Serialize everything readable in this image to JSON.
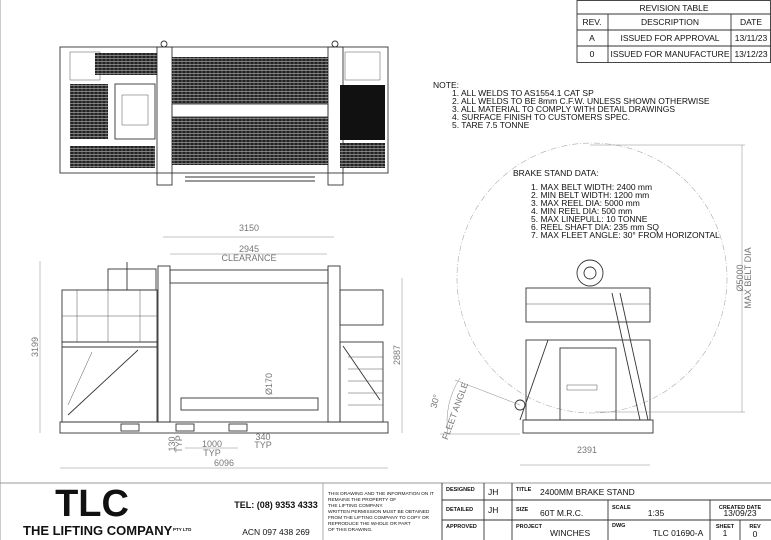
{
  "revision_table": {
    "title": "REVISION TABLE",
    "headers": [
      "REV.",
      "DESCRIPTION",
      "DATE"
    ],
    "rows": [
      {
        "rev": "A",
        "description": "ISSUED FOR APPROVAL",
        "date": "13/11/23"
      },
      {
        "rev": "0",
        "description": "ISSUED FOR MANUFACTURE",
        "date": "13/12/23"
      }
    ]
  },
  "notes": {
    "heading": "NOTE:",
    "items": [
      "1. ALL WELDS TO AS1554.1 CAT SP",
      "2. ALL WELDS TO BE 8mm C.F.W. UNLESS SHOWN OTHERWISE",
      "3. ALL MATERIAL TO COMPLY WITH DETAIL DRAWINGS",
      "4. SURFACE FINISH TO CUSTOMERS SPEC.",
      "5. TARE 7.5 TONNE"
    ]
  },
  "brake_stand_data": {
    "heading": "BRAKE STAND DATA:",
    "items": [
      "1. MAX BELT WIDTH: 2400 mm",
      "2. MIN BELT WIDTH: 1200 mm",
      "3. MAX REEL DIA: 5000 mm",
      "4. MIN REEL DIA: 500 mm",
      "5. MAX LINEPULL: 10 TONNE",
      "6. REEL SHAFT DIA: 235 mm SQ",
      "7. MAX FLEET ANGLE: 30° FROM HORIZONTAL"
    ]
  },
  "dimensions": {
    "overall_width": "3150",
    "clearance_value": "2945",
    "clearance_label": "CLEARANCE",
    "overall_height": "3199",
    "shaft_height": "2887",
    "shaft_dia": "Ø170",
    "base_height": "130",
    "base_height_typ": "TYP",
    "pocket_spacing": "1000",
    "pocket_spacing_typ": "TYP",
    "pocket_width": "340",
    "pocket_width_typ": "TYP",
    "overall_length": "6096",
    "side_width": "2391",
    "belt_dia_value": "Ø5000",
    "belt_dia_label": "MAX BELT DIA",
    "fleet_angle_value": "30°",
    "fleet_angle_label": "FLEET ANGLE"
  },
  "title_block": {
    "logo": "TLC",
    "company": "THE LIFTING COMPANY",
    "company_suffix": "PTY LTD",
    "tel": "TEL: (08) 9353 4333",
    "acn": "ACN 097 438 269",
    "disclaimer": [
      "THIS DRAWING AND THE INFORMATION ON IT",
      "REMAINS THE PROPERTY OF",
      "THE LIFTING COMPANY.",
      "WRITTEN PERMISSION MUST BE OBTAINED",
      "FROM THE LIFTING COMPANY TO COPY OR",
      "REPRODUCE THE WHOLE OR PART",
      "OF THIS DRAWING."
    ],
    "designed_label": "DESIGNED",
    "designed": "JH",
    "detailed_label": "DETAILED",
    "detailed": "JH",
    "approved_label": "APPROVED",
    "approved": "",
    "title_label": "TITLE",
    "title": "2400MM BRAKE STAND",
    "size_label": "SIZE",
    "size": "60T M.R.C.",
    "scale_label": "SCALE",
    "scale": "1:35",
    "created_label": "CREATED DATE",
    "created": "13/09/23",
    "project_label": "PROJECT",
    "project": "WINCHES",
    "dwg_label": "DWG",
    "dwg": "TLC 01690-A",
    "sheet_label": "SHEET",
    "sheet": "1",
    "rev_label": "REV",
    "rev": "0"
  }
}
